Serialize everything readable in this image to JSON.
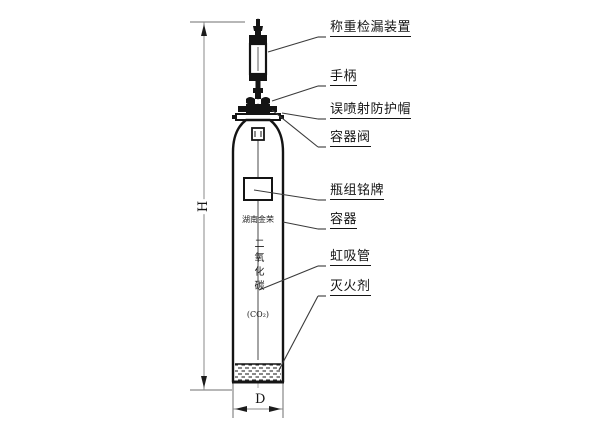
{
  "diagram": {
    "title_text_on_cylinder": {
      "brand": "湖南金荣",
      "substance": "二氧化碳",
      "formula": "(CO₂)"
    },
    "dimensions": {
      "height_label": "H",
      "diameter_label": "D"
    },
    "callouts": [
      {
        "id": "weighing-leak-detector",
        "label": "称重检漏装置"
      },
      {
        "id": "handle",
        "label": "手柄"
      },
      {
        "id": "misfire-protection-cap",
        "label": "误喷射防护帽"
      },
      {
        "id": "container-valve",
        "label": "容器阀"
      },
      {
        "id": "cylinder-group-nameplate",
        "label": "瓶组铭牌"
      },
      {
        "id": "container",
        "label": "容器"
      },
      {
        "id": "siphon-tube",
        "label": "虹吸管"
      },
      {
        "id": "extinguishing-agent",
        "label": "灭火剂"
      }
    ],
    "colors": {
      "line": "#141414",
      "background": "#ffffff",
      "dimension_line": "#7d7d7d",
      "centerline": "#9a9a9a",
      "fill_solid": "#111111"
    }
  }
}
